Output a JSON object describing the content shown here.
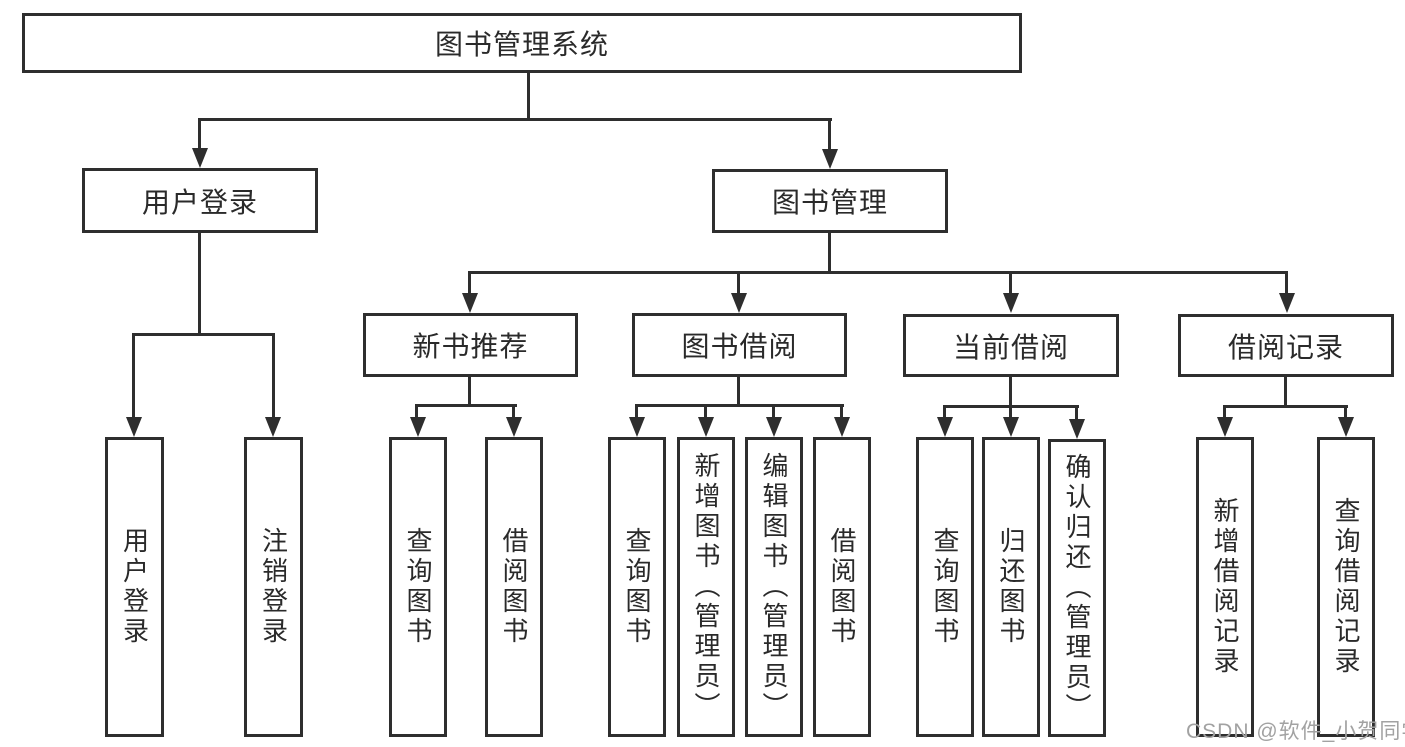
{
  "diagram": {
    "root_label": "图书管理系统",
    "level2": {
      "user_login": "用户登录",
      "book_mgmt": "图书管理"
    },
    "level3": {
      "new_books": "新书推荐",
      "book_borrow": "图书借阅",
      "current_borrow": "当前借阅",
      "borrow_records": "借阅记录"
    },
    "leaves": {
      "user_login_children": [
        "用户登录",
        "注销登录"
      ],
      "new_books_children": [
        "查询图书",
        "借阅图书"
      ],
      "book_borrow_children": [
        "查询图书",
        "新增图书（管理员）",
        "编辑图书（管理员）",
        "借阅图书"
      ],
      "current_borrow_children": [
        "查询图书",
        "归还图书",
        "确认归还（管理员）"
      ],
      "borrow_records_children": [
        "新增借阅记录",
        "查询借阅记录"
      ]
    }
  },
  "watermark": {
    "text": "CSDN @软件_小贺同学"
  },
  "colors": {
    "line": "#2e2e2e",
    "text": "#2a2a2a",
    "watermark": "#a2a2a2",
    "background": "#ffffff"
  }
}
